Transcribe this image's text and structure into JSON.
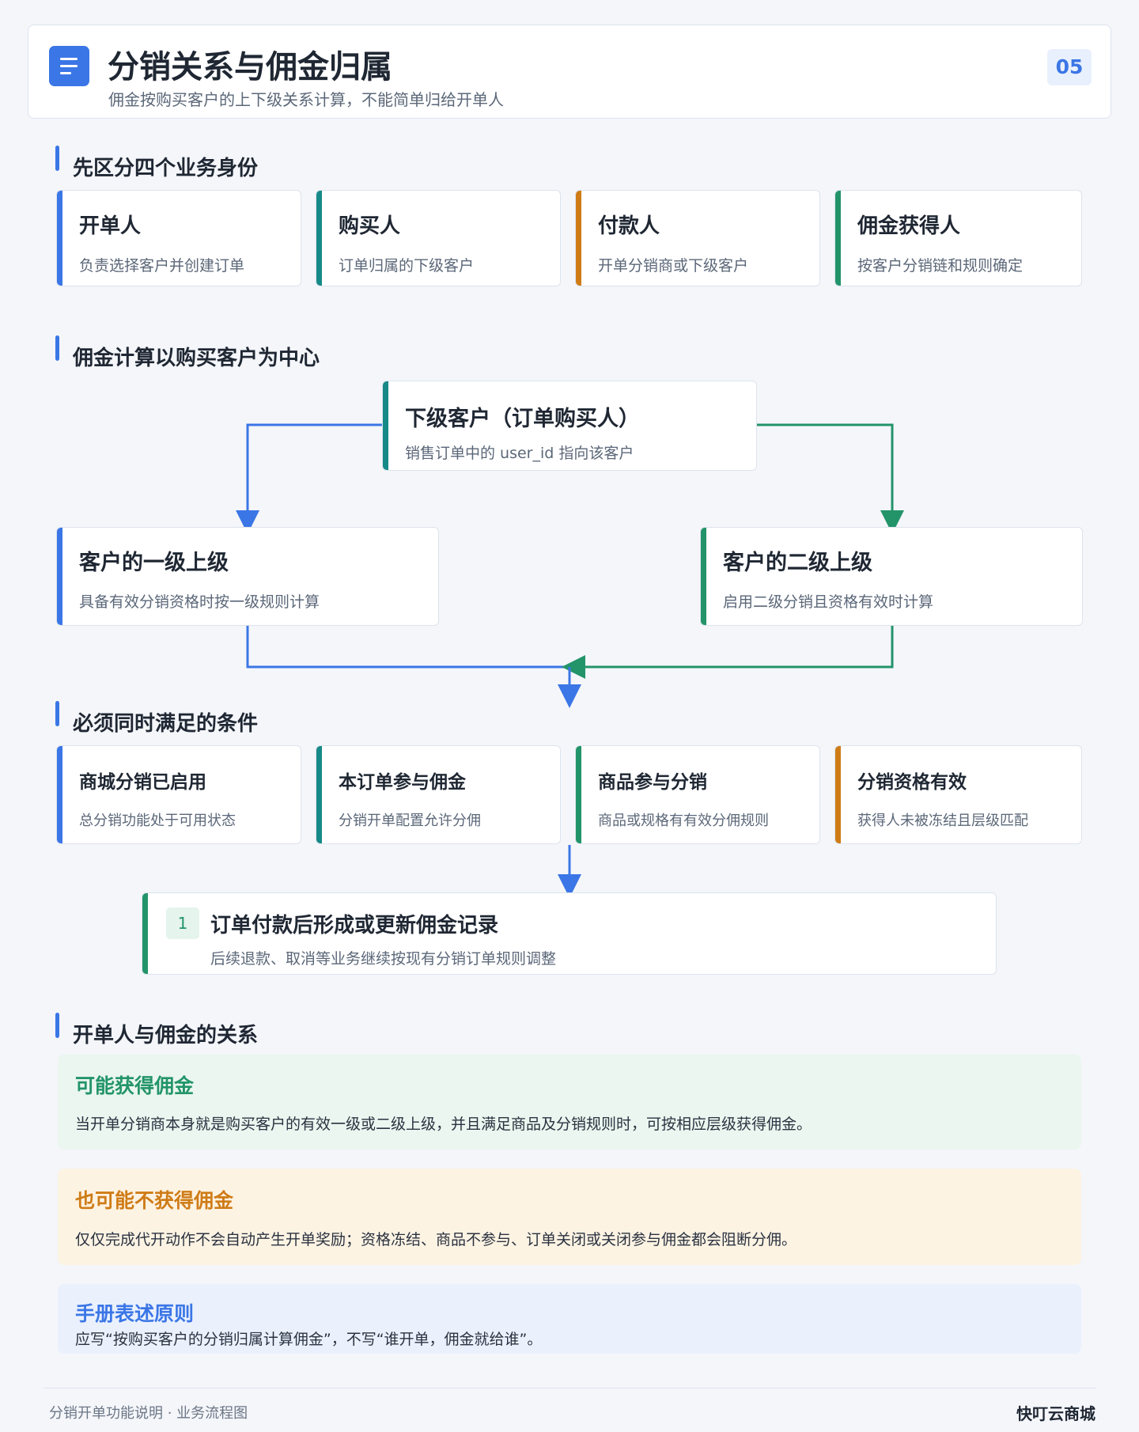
{
  "header": {
    "title": "分销关系与佣金归属",
    "subtitle": "佣金按购买客户的上下级关系计算，不能简单归给开单人",
    "page_number": "05",
    "icon": "document-list-icon"
  },
  "sections": {
    "roles_title": "先区分四个业务身份",
    "calc_title": "佣金计算以购买客户为中心",
    "conditions_title": "必须同时满足的条件",
    "relation_title": "开单人与佣金的关系"
  },
  "roles": [
    {
      "title": "开单人",
      "desc": "负责选择客户并创建订单",
      "color": "#3b76e6"
    },
    {
      "title": "购买人",
      "desc": "订单归属的下级客户",
      "color": "#168a88"
    },
    {
      "title": "付款人",
      "desc": "开单分销商或下级客户",
      "color": "#cf7c17"
    },
    {
      "title": "佣金获得人",
      "desc": "按客户分销链和规则确定",
      "color": "#23946a"
    }
  ],
  "flow": {
    "buyer": {
      "title": "下级客户（订单购买人）",
      "desc": "销售订单中的 user_id 指向该客户",
      "color": "#168a88"
    },
    "level1": {
      "title": "客户的一级上级",
      "desc": "具备有效分销资格时按一级规则计算",
      "color": "#3b76e6"
    },
    "level2": {
      "title": "客户的二级上级",
      "desc": "启用二级分销且资格有效时计算",
      "color": "#23946a"
    },
    "left_line_color": "#3b76e6",
    "right_line_color": "#23946a"
  },
  "conditions": [
    {
      "title": "商城分销已启用",
      "desc": "总分销功能处于可用状态",
      "color": "#3b76e6"
    },
    {
      "title": "本订单参与佣金",
      "desc": "分销开单配置允许分佣",
      "color": "#168a88"
    },
    {
      "title": "商品参与分销",
      "desc": "商品或规格有有效分佣规则",
      "color": "#23946a"
    },
    {
      "title": "分销资格有效",
      "desc": "获得人未被冻结且层级匹配",
      "color": "#cf7c17"
    }
  ],
  "result": {
    "step": "1",
    "title": "订单付款后形成或更新佣金记录",
    "desc": "后续退款、取消等业务继续按现有分销订单规则调整",
    "color": "#23946a"
  },
  "callouts": [
    {
      "title": "可能获得佣金",
      "body": "当开单分销商本身就是购买客户的有效一级或二级上级，并且满足商品及分销规则时，可按相应层级获得佣金。",
      "title_color": "#23946a",
      "bg": "#eaf6ef"
    },
    {
      "title": "也可能不获得佣金",
      "body": "仅仅完成代开动作不会自动产生开单奖励；资格冻结、商品不参与、订单关闭或关闭参与佣金都会阻断分佣。",
      "title_color": "#cf7c17",
      "bg": "#fdf3e3"
    },
    {
      "title": "手册表述原则",
      "body": "应写“按购买客户的分销归属计算佣金”，不写“谁开单，佣金就给谁”。",
      "title_color": "#3b76e6",
      "bg": "#eaf1fd"
    }
  ],
  "footer": {
    "left": "分销开单功能说明 · 业务流程图",
    "right": "快叮云商城"
  }
}
